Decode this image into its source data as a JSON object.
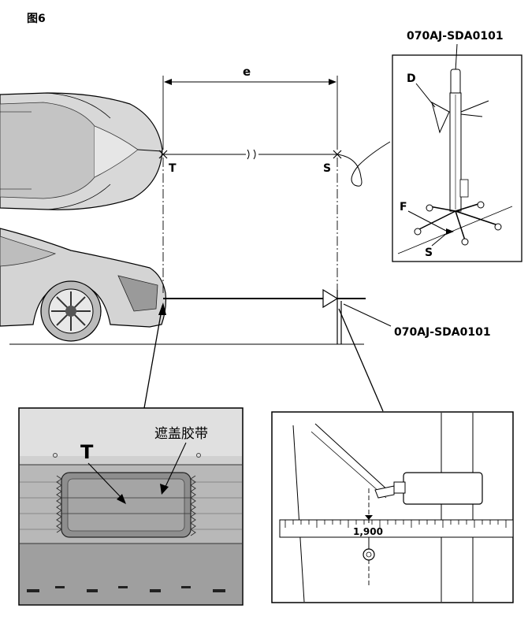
{
  "figure": {
    "number_label": "图6",
    "dimension_label": "e",
    "point_target_top": "T",
    "point_stand_top": "S",
    "tool_number_top": "070AJ-SDA0101",
    "tool_number_side": "070AJ-SDA0101",
    "stand_inset": {
      "label_d": "D",
      "label_f": "F",
      "label_s": "S"
    },
    "tape_inset": {
      "label_t": "T",
      "label_tape": "遮盖胶带"
    },
    "scale_inset": {
      "reading": "1,900"
    }
  }
}
